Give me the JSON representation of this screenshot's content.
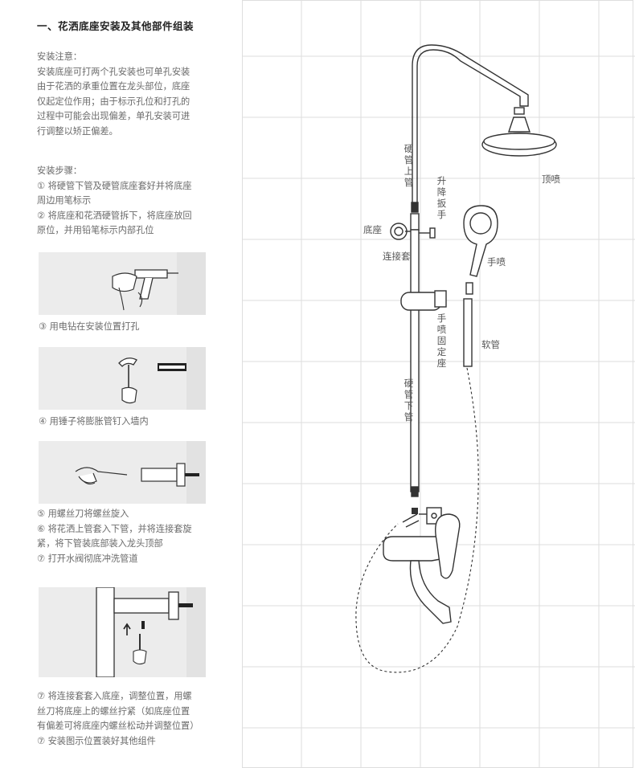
{
  "title": "一、花洒底座安装及其他部件组装",
  "notes": {
    "heading": "安装注意：",
    "lines": [
      "安装底座可打两个孔安装也可单孔安装",
      "由于花洒的承重位置在龙头部位，底座",
      "仅起定位作用；由于标示孔位和打孔的",
      "过程中可能会出现偏差，单孔安装可进",
      "行调整以矫正偏差。"
    ]
  },
  "steps": {
    "heading": "安装步骤：",
    "lines": [
      "① 将硬管下管及硬管底座套好并将底座",
      "周边用笔标示",
      "② 将底座和花洒硬管拆下，将底座放回",
      "原位，并用铅笔标示内部孔位"
    ]
  },
  "captions": {
    "c3": "③ 用电钻在安装位置打孔",
    "c4": "④ 用锤子将膨胀管钉入墙内",
    "c5": [
      "⑤ 用螺丝刀将螺丝旋入",
      "⑥ 将花洒上管套入下管，并将连接套旋",
      "紧，将下管装底部装入龙头顶部",
      "⑦ 打开水阀彻底冲洗管道"
    ],
    "c7": [
      "⑦ 将连接套套入底座，调整位置，用螺",
      "丝刀将底座上的螺丝拧紧（如底座位置",
      "有偏差可将底座内螺丝松动并调整位置）",
      "⑦ 安装图示位置装好其他组件"
    ]
  },
  "diagram_labels": {
    "ding_pen": "顶喷",
    "ying_guan_shang": "硬管上管",
    "sheng_jiang_ban_shou": "升降扳手",
    "di_zuo": "底座",
    "lian_jie_tao": "连接套",
    "shou_pen": "手喷",
    "shou_pen_gu_ding_zuo": "手喷固定座",
    "ruan_guan": "软管",
    "ying_guan_xia_guan": "硬管下管"
  }
}
